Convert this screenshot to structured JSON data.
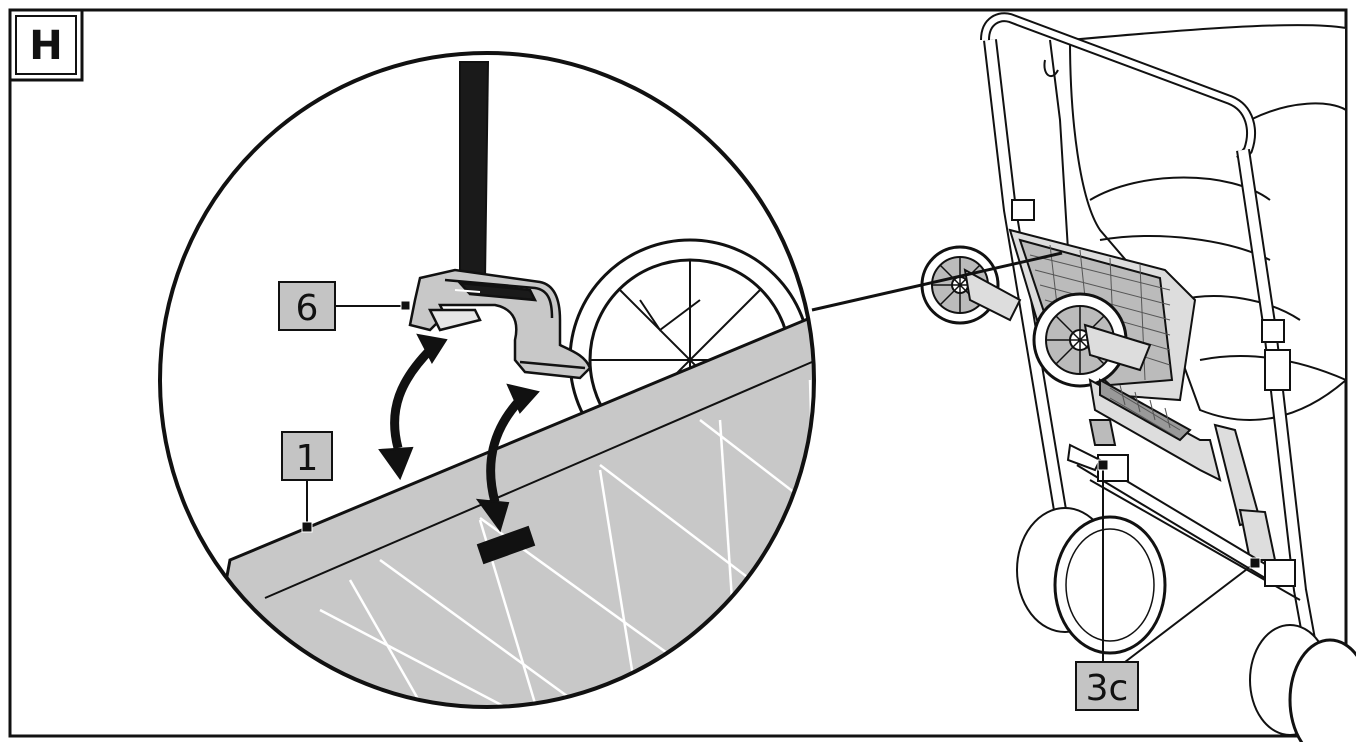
{
  "panel": {
    "step_label": "H"
  },
  "callouts": [
    {
      "id": "part-6",
      "label": "6"
    },
    {
      "id": "part-1",
      "label": "1"
    },
    {
      "id": "part-3c",
      "label": "3c"
    }
  ],
  "colors": {
    "ink": "#111111",
    "callout_fill": "#c4c4c4",
    "tray_fill": "#c8c8c8",
    "accent_dark": "#1a1a1a"
  }
}
